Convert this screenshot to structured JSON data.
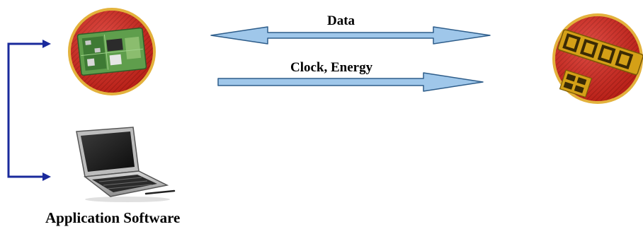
{
  "labels": {
    "data_arrow": "Data",
    "clock_arrow": "Clock, Energy",
    "application": "Application Software"
  },
  "icons": {
    "reader": "rfid-reader-board-icon",
    "tag": "rfid-tag-chip-icon",
    "computer": "laptop-icon"
  },
  "colors": {
    "arrow_fill": "#9fc7ea",
    "arrow_stroke": "#2e5d8a",
    "connector": "#1a2a9c",
    "disc_red": "#d8251b",
    "disc_rim": "#e3b23c",
    "board_green": "#5f9e4c",
    "tag_gold": "#d4a017"
  }
}
